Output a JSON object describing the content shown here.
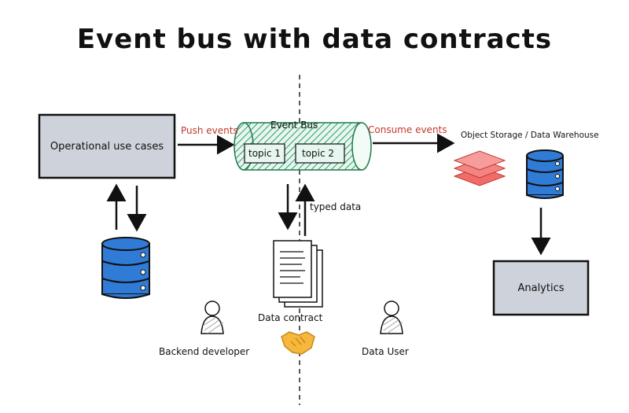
{
  "title": "Event bus with data contracts",
  "nodes": {
    "operational": "Operational use cases",
    "event_bus": "Event Bus",
    "topic1": "topic 1",
    "topic2": "topic 2",
    "storage": "Object Storage / Data Warehouse",
    "analytics": "Analytics",
    "contract": "Data contract",
    "backend_dev": "Backend developer",
    "data_user": "Data User"
  },
  "edges": {
    "push": "Push events",
    "consume": "Consume events",
    "typed": "typed data"
  },
  "colors": {
    "box_fill": "#ced3db",
    "db_blue": "#2f7bd6",
    "pipe_green": "#2e9e6a",
    "layers_red": "#f26b6b",
    "edge_red": "#c0392b"
  },
  "icons": [
    "database-icon",
    "document-stack-icon",
    "user-icon",
    "handshake-icon",
    "layers-icon"
  ]
}
